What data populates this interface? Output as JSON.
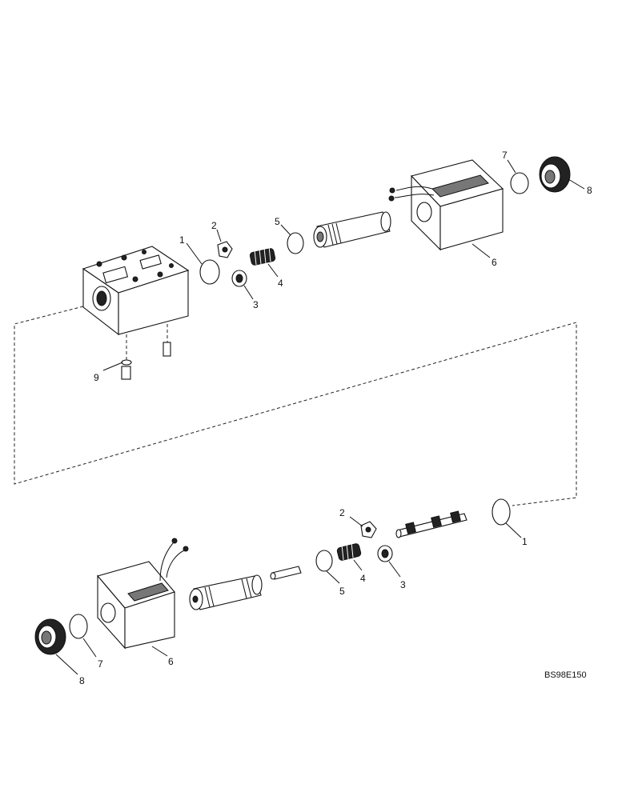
{
  "diagram_code": "BS98E150",
  "callouts": {
    "top": {
      "c1": "1",
      "c2": "2",
      "c3": "3",
      "c4": "4",
      "c5": "5",
      "c6": "6",
      "c7": "7",
      "c8": "8",
      "c9": "9"
    },
    "bottom": {
      "c1": "1",
      "c2": "2",
      "c3": "3",
      "c4": "4",
      "c5": "5",
      "c6": "6",
      "c7": "7",
      "c8": "8"
    }
  }
}
